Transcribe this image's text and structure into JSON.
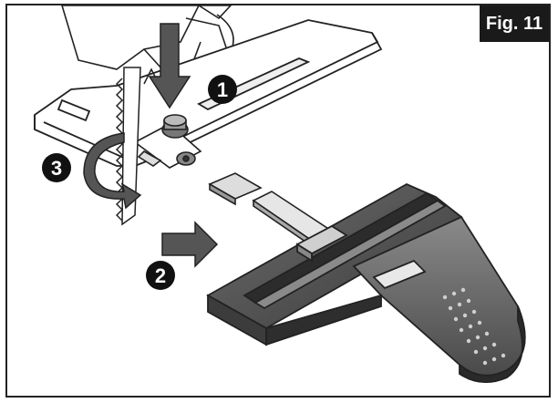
{
  "figure": {
    "label": "Fig. 11"
  },
  "steps": [
    {
      "number": "1"
    },
    {
      "number": "2"
    },
    {
      "number": "3"
    }
  ],
  "colors": {
    "outline": "#222222",
    "shade_dark": "#5a5a5a",
    "shade_mid": "#9a9a9a",
    "shade_light": "#d8d8d8",
    "badge_bg": "#1a1a1a"
  },
  "icons": [
    "arrow-down-icon",
    "arrow-right-icon",
    "rotate-arrow-icon"
  ]
}
